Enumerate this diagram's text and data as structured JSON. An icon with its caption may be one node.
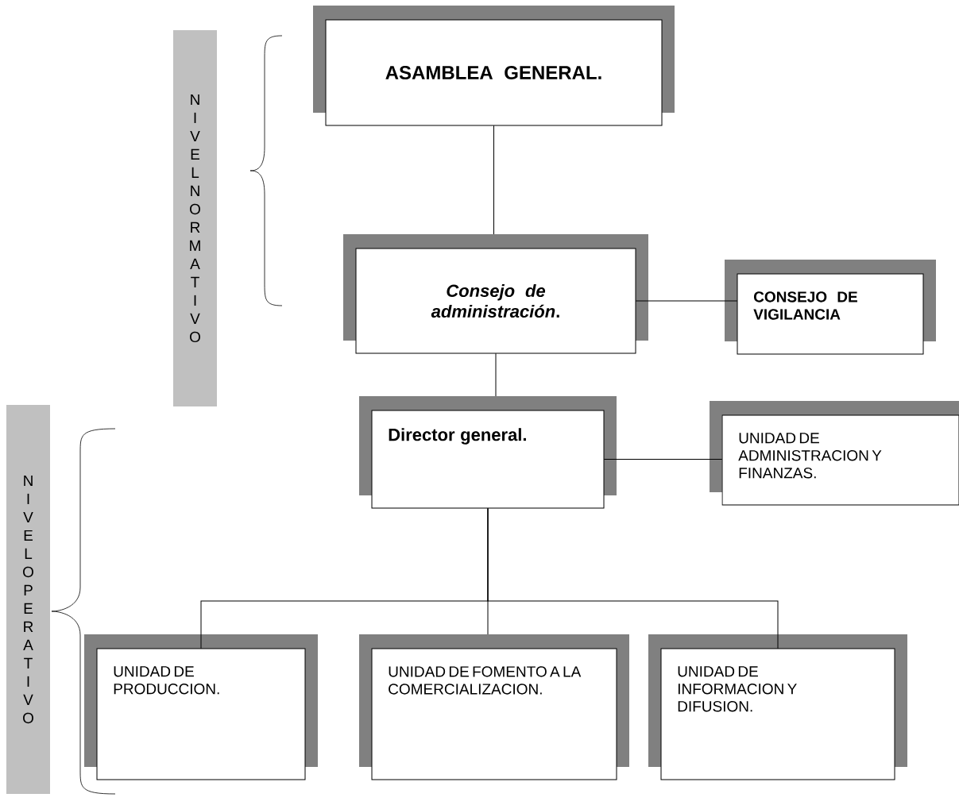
{
  "diagram": {
    "nodes": [
      {
        "text": [
          "ASAMBLEA GENERAL."
        ]
      },
      {
        "text": [
          "*Consejo de administración*."
        ]
      },
      {
        "text": [
          "CONSEJO DE VIGILANCIA"
        ]
      },
      {
        "text": [
          "Director general."
        ]
      },
      {
        "text": [
          "UNIDAD DE ADMINISTRACION Y FINANZAS."
        ]
      },
      {
        "text": [
          "UNIDAD DE PRODUCCION."
        ]
      },
      {
        "text": [
          "UNIDAD DE FOMENTO A LA COMERCIALIZACION."
        ]
      },
      {
        "text": [
          "UNIDAD DE INFORMACION Y DIFUSION."
        ]
      },
      {
        "text": [
          "NIVEL NORMATIVO"
        ]
      },
      {
        "text": [
          "NIVEL OPERATIVO"
        ]
      }
    ],
    "edges": [
      {
        "from": 0,
        "to": 1,
        "arrow": "none"
      },
      {
        "from": 1,
        "to": 2,
        "arrow": "none"
      },
      {
        "from": 1,
        "to": 3,
        "arrow": "none"
      },
      {
        "from": 3,
        "to": 4,
        "arrow": "none"
      },
      {
        "from": 3,
        "to": 5,
        "arrow": "none"
      },
      {
        "from": 3,
        "to": 6,
        "arrow": "none"
      },
      {
        "from": 3,
        "to": 7,
        "arrow": "none"
      }
    ]
  }
}
